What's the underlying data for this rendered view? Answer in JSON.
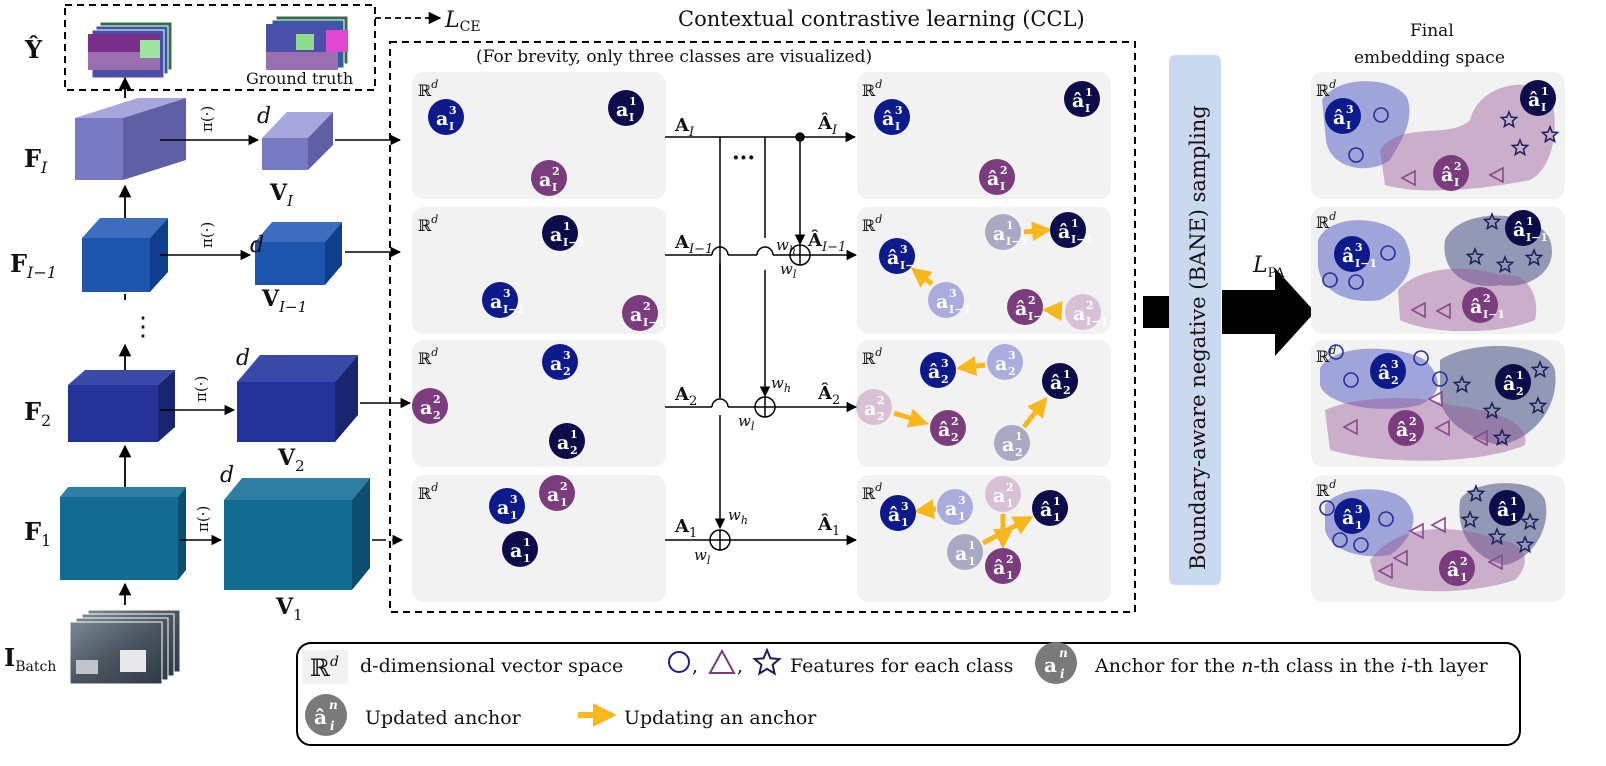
{
  "top": {
    "y_hat": "Ŷ",
    "ground_truth": "Ground truth",
    "loss_ce": "L",
    "loss_ce_sub": "CE"
  },
  "ccl": {
    "title": "Contextual contrastive learning (CCL)",
    "subtitle": "(For brevity, only three classes are visualized)"
  },
  "bane": {
    "label": "Boundary-aware negative (BANE) sampling"
  },
  "loss_pa": {
    "main": "L",
    "sub": "PA"
  },
  "final_space": {
    "line1": "Final",
    "line2": "embedding space"
  },
  "symbols": {
    "space": "ℝ",
    "space_sup": "d",
    "pi": "π(·)",
    "d": "d",
    "wh": "w",
    "wh_sub": "h",
    "wl": "w",
    "wl_sub": "l",
    "dots": "···",
    "vdots": "⋮"
  },
  "features": [
    {
      "f": "F",
      "f_sub": "I",
      "v": "V",
      "v_sub": "I",
      "a": "A",
      "a_sub": "I",
      "ah": "Â",
      "ah_sub": "I"
    },
    {
      "f": "F",
      "f_sub": "I−1",
      "v": "V",
      "v_sub": "I−1",
      "a": "A",
      "a_sub": "I−1",
      "ah": "Â",
      "ah_sub": "I−1"
    },
    {
      "f": "F",
      "f_sub": "2",
      "v": "V",
      "v_sub": "2",
      "a": "A",
      "a_sub": "2",
      "ah": "Â",
      "ah_sub": "2"
    },
    {
      "f": "F",
      "f_sub": "1",
      "v": "V",
      "v_sub": "1",
      "a": "A",
      "a_sub": "1",
      "ah": "Â",
      "ah_sub": "1"
    }
  ],
  "input": {
    "label": "I",
    "sub": "Batch"
  },
  "anchors": {
    "plain": "a",
    "hat": "â"
  },
  "legend": {
    "space_desc": "d-dimensional vector space",
    "features_sep": ",",
    "features_desc": "Features for each class",
    "anchor_desc_pre": "Anchor for the ",
    "anchor_desc_n": "n",
    "anchor_desc_mid": "-th class in the ",
    "anchor_desc_i": "i",
    "anchor_desc_post": "-th layer",
    "updated_desc": "Updated anchor",
    "updating_desc": "Updating an anchor",
    "anchor_sup": "n",
    "anchor_sub": "i"
  },
  "colors": {
    "class3": "#0d1a8c",
    "class2": "#7b3c7e",
    "class1": "#0c0c4a",
    "arrow": "#f7b71d",
    "panel": "#f2f2f2",
    "bane": "#c9daf0"
  }
}
